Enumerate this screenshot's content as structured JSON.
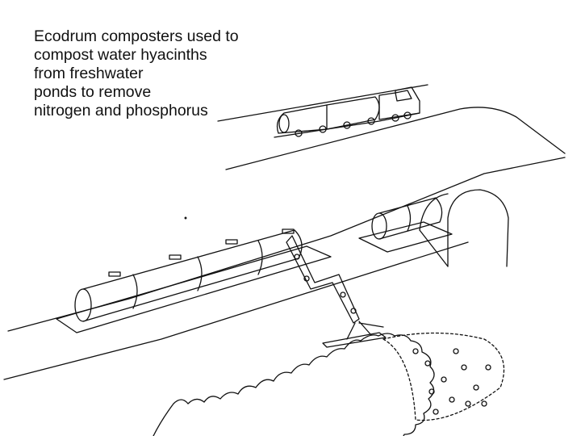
{
  "caption": {
    "lines": [
      "Ecodrum composters used to",
      "compost water hyacinths",
      "from freshwater",
      "ponds to remove",
      "nitrogen and phosphorus"
    ]
  }
}
